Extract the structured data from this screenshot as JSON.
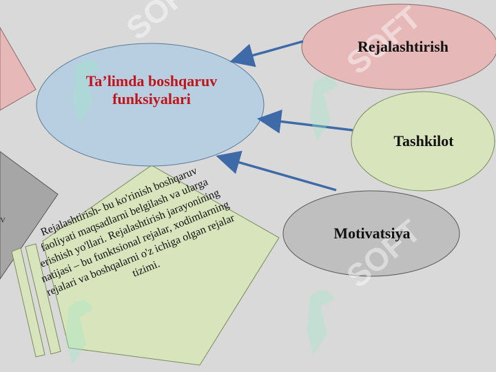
{
  "center": {
    "title": "Ta’limda boshqaruv funksiyalari"
  },
  "functions": [
    {
      "label": "Rejalashtirish",
      "color": "#e6b9b8"
    },
    {
      "label": "Tashkilot",
      "color": "#d7e4bc"
    },
    {
      "label": "Motivatsiya",
      "color": "#bfbfbf"
    }
  ],
  "definition": {
    "text": "Rejalashtirish- bu ko'rinish boshqaruv faoliyati maqsadlarni belgilash va ularga erishish yo'llari. Rejalashtirish jarayonining natijasi – bu funktsional rejalar, xodimlarning rejalari va boshqalarni o'z ichiga olgan rejalar tizimi."
  },
  "edge_letter": "V",
  "colors": {
    "background": "#d9d9d9",
    "center_fill": "#b7cfe0",
    "arrow": "#3e6aa8",
    "title_red": "#c0141a",
    "triangle_fill": "#d7e4bc",
    "left_pink": "#e6b9b8",
    "left_gray": "#a6a6a6"
  },
  "watermark": {
    "text": "SOFT"
  }
}
